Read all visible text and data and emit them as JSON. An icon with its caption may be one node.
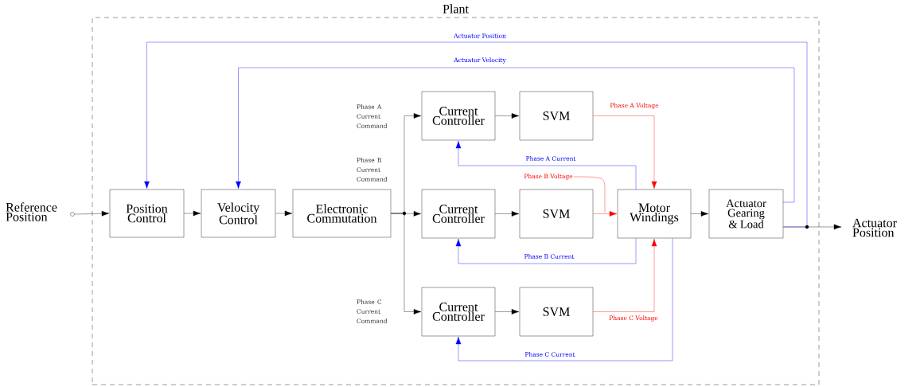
{
  "diagram": {
    "nodes": [
      {
        "text": [
          "Plant"
        ]
      },
      {
        "text": [],
        "shape": "circle",
        "beside": [
          "Reference Position"
        ]
      },
      {
        "text": [
          "Position Control"
        ],
        "in": 0
      },
      {
        "text": [
          "Velocity Control"
        ],
        "in": 0
      },
      {
        "text": [
          "Electronic Commutation"
        ],
        "in": 0
      },
      {
        "text": [
          "Current Controller"
        ],
        "in": 0
      },
      {
        "text": [
          "SVM"
        ],
        "in": 0
      },
      {
        "text": [
          "Current Controller"
        ],
        "in": 0
      },
      {
        "text": [
          "SVM"
        ],
        "in": 0
      },
      {
        "text": [
          "Current Controller"
        ],
        "in": 0
      },
      {
        "text": [
          "SVM"
        ],
        "in": 0
      },
      {
        "text": [
          "Motor Windings"
        ],
        "in": 0
      },
      {
        "text": [
          "Actuator Gearing & Load"
        ],
        "in": 0
      },
      {
        "text": [
          "Actuator Position"
        ]
      },
      {
        "text": [
          "Phase B Voltage"
        ],
        "in": 0
      }
    ],
    "edges": [
      {
        "from": 1,
        "to": 2,
        "arrow": "to"
      },
      {
        "from": 2,
        "to": 3,
        "arrow": "to"
      },
      {
        "from": 3,
        "to": 4,
        "arrow": "to"
      },
      {
        "from": 4,
        "to": 5,
        "arrow": "to"
      },
      {
        "from": 4,
        "to": 7,
        "arrow": "to"
      },
      {
        "from": 4,
        "to": 9,
        "arrow": "to"
      },
      {
        "from": 5,
        "to": 6,
        "arrow": "to"
      },
      {
        "from": 7,
        "to": 8,
        "arrow": "to"
      },
      {
        "from": 9,
        "to": 10,
        "arrow": "to"
      },
      {
        "from": 6,
        "to": 11,
        "arrow": "to",
        "label": "Phase A Voltage",
        "color": "#ff0000"
      },
      {
        "from": 8,
        "to": 11,
        "arrow": "to",
        "color": "#ff0000"
      },
      {
        "from": 10,
        "to": 11,
        "arrow": "to",
        "label": "Phase C Voltage",
        "color": "#ff0000"
      },
      {
        "from": 11,
        "to": 5,
        "arrow": "to",
        "label": "Phase A Current",
        "color": "#0000ff"
      },
      {
        "from": 11,
        "to": 7,
        "arrow": "to",
        "label": "Phase B Current",
        "color": "#0000ff"
      },
      {
        "from": 11,
        "to": 9,
        "arrow": "to",
        "label": "Phase C Current",
        "color": "#0000ff"
      },
      {
        "from": 11,
        "to": 12,
        "arrow": "to"
      },
      {
        "from": 12,
        "to": 13,
        "arrow": "to"
      },
      {
        "from": 12,
        "to": 3,
        "arrow": "to",
        "label": "Actuator Velocity",
        "color": "#0000ff"
      },
      {
        "from": 12,
        "to": 2,
        "arrow": "to",
        "label": "Actuator Position",
        "color": "#0000ff"
      },
      {
        "from": 14,
        "to": null,
        "arrow": "none",
        "color": "#ff0000"
      }
    ],
    "labels": [
      "Phase A Current Command",
      "Phase B Current Command",
      "Phase C Current Command"
    ]
  }
}
